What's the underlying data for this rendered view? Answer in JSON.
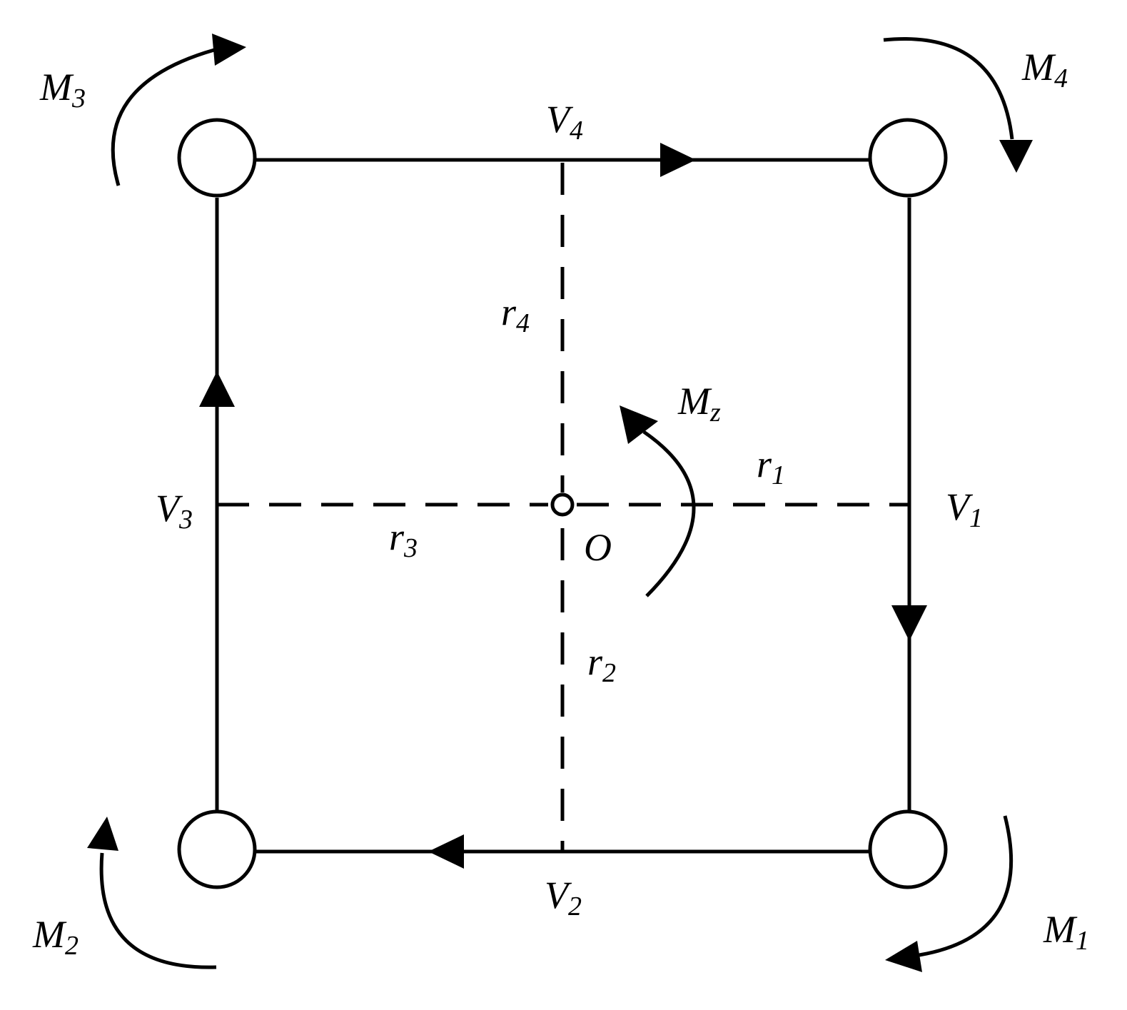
{
  "labels": {
    "M1": {
      "base": "M",
      "sub": "1"
    },
    "M2": {
      "base": "M",
      "sub": "2"
    },
    "M3": {
      "base": "M",
      "sub": "3"
    },
    "M4": {
      "base": "M",
      "sub": "4"
    },
    "Mz": {
      "base": "M",
      "sub": "z"
    },
    "V1": {
      "base": "V",
      "sub": "1"
    },
    "V2": {
      "base": "V",
      "sub": "2"
    },
    "V3": {
      "base": "V",
      "sub": "3"
    },
    "V4": {
      "base": "V",
      "sub": "4"
    },
    "r1": {
      "base": "r",
      "sub": "1"
    },
    "r2": {
      "base": "r",
      "sub": "2"
    },
    "r3": {
      "base": "r",
      "sub": "3"
    },
    "r4": {
      "base": "r",
      "sub": "4"
    },
    "O": "O"
  }
}
